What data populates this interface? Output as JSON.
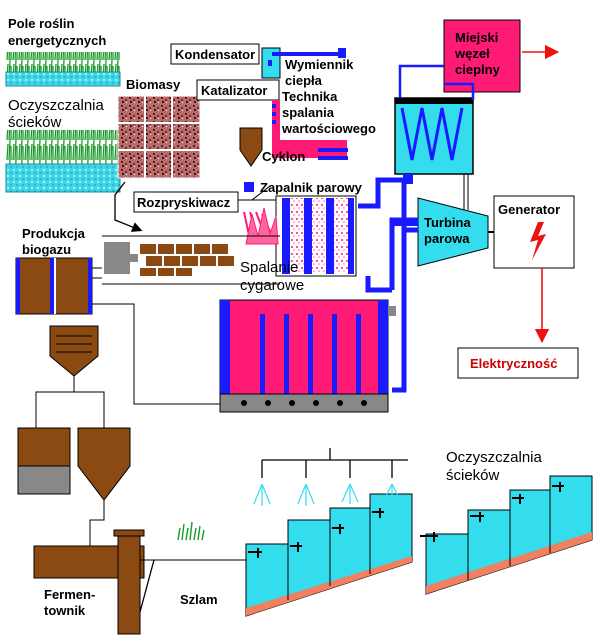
{
  "labels": {
    "field": [
      "Pole roślin",
      "energetycznych"
    ],
    "sewage_left": [
      "Oczyszczalnia",
      "ścieków"
    ],
    "biomass": "Biomasy",
    "condenser": "Kondensator",
    "catalyst": "Katalizator",
    "heat_exchanger": [
      "Wymiennik",
      "ciepła"
    ],
    "combustion_tech": [
      "Technika",
      "spalania",
      "wartościowego"
    ],
    "cyclone": "Cyklon",
    "city_heat": [
      "Miejski",
      "węzeł",
      "cieplny"
    ],
    "sprayer": "Rozpryskiwacz",
    "steam_igniter": "Zapalnik parowy",
    "biogas": [
      "Produkcja",
      "biogazu"
    ],
    "turbine": [
      "Turbina",
      "parowa"
    ],
    "generator": "Generator",
    "cigar_burn": [
      "Spalanie",
      "cygarowe"
    ],
    "electricity": "Elektryczność",
    "sewage_right": [
      "Oczyszczalnia",
      "ścieków"
    ],
    "fermenter": [
      "Fermen-",
      "townik"
    ],
    "sludge": "Szlam"
  },
  "colors": {
    "blue": "#1a1aff",
    "magenta": "#ff1a75",
    "cyan": "#33ddee",
    "brown": "#8b4a12",
    "grass": "#1a9a2a",
    "red": "#ee1111",
    "gray": "#888888",
    "salmon": "#f08060"
  }
}
